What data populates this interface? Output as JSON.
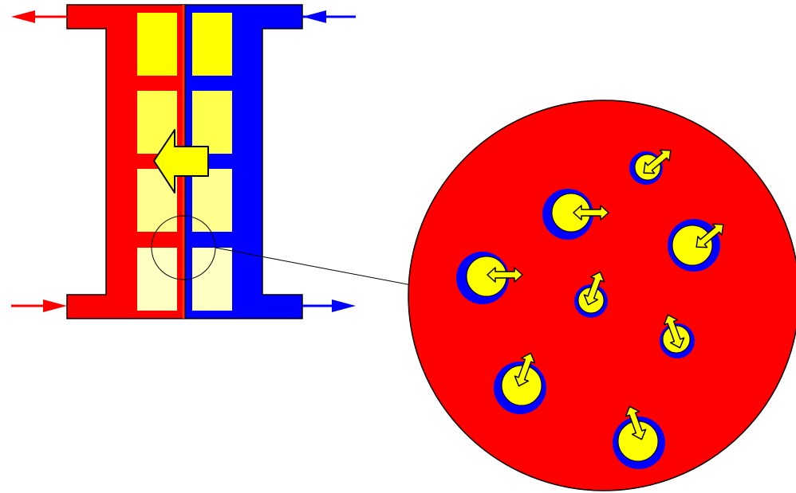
{
  "diagram": {
    "text": [],
    "colors": {
      "hot_side": "#ff0000",
      "cold_side": "#0000ff",
      "heat_flow": "#ffff00",
      "particle_fill": "#ffff00",
      "particle_shell": "#0000ff",
      "outline": "#000000"
    },
    "flow_arrows": [
      {
        "name": "hot-outlet-arrow",
        "color": "#ff0000",
        "direction": "out"
      },
      {
        "name": "cold-inlet-arrow",
        "color": "#0000ff",
        "direction": "in"
      },
      {
        "name": "hot-inlet-arrow",
        "color": "#ff0000",
        "direction": "in"
      },
      {
        "name": "cold-outlet-arrow",
        "color": "#0000ff",
        "direction": "out"
      }
    ],
    "heat_cells_count": 4,
    "zoom_particles_count": 8,
    "icons": [
      "heat-flow-arrow-icon",
      "magnifier-circle-icon",
      "particle-heat-arrow-icon"
    ]
  }
}
